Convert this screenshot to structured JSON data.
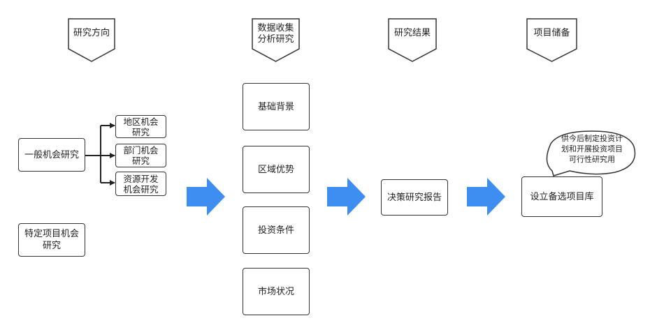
{
  "headers": {
    "direction": "研究方向",
    "collection": "数据收集\n分析研究",
    "result": "研究结果",
    "reserve": "项目储备"
  },
  "left": {
    "general": "一般机会研究",
    "region": "地区机会\n研究",
    "department": "部门机会\n研究",
    "resource": "资源开发\n机会研究",
    "specific": "特定项目机会\n研究"
  },
  "analysis": {
    "background": "基础背景",
    "advantage": "区域优势",
    "investment": "投资条件",
    "market": "市场状况"
  },
  "result": {
    "decision": "决策研究报告"
  },
  "reserve": {
    "library": "设立备选项目库",
    "note": "供今后制定投资计\n划和开展投资项目\n可行性研究用"
  },
  "colors": {
    "arrow": "#3d8ef0",
    "stroke": "#333333"
  }
}
